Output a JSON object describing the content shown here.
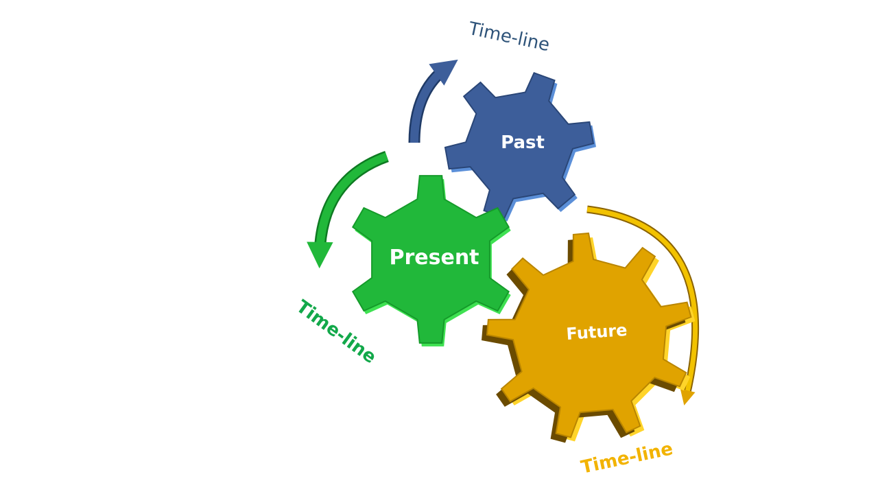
{
  "gears": {
    "past": {
      "label": "Past",
      "color": "#3d5e9a",
      "edge_color": "#5b8fd8",
      "timeline_label": "Time-line",
      "timeline_color": "#2e5379"
    },
    "present": {
      "label": "Present",
      "color": "#21b83a",
      "edge_color": "#3fe152",
      "timeline_label": "Time-line",
      "timeline_color": "#12a84a"
    },
    "future": {
      "label": "Future",
      "color": "#e0a300",
      "edge_color": "#ffd42a",
      "timeline_label": "Time-line",
      "timeline_color": "#f2b300"
    }
  }
}
